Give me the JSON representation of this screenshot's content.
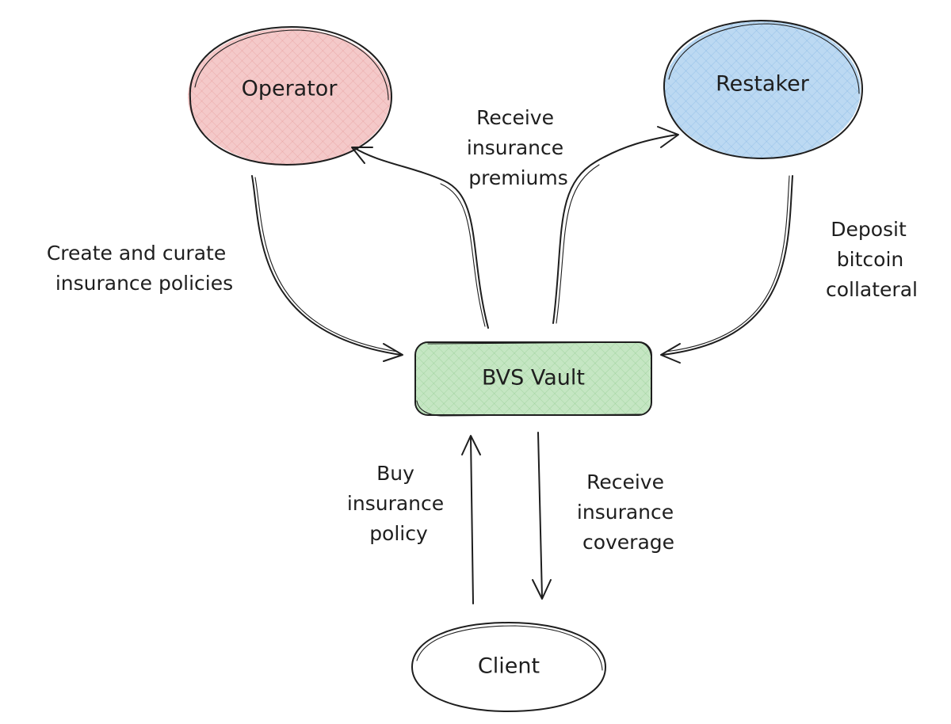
{
  "nodes": {
    "operator": {
      "label": "Operator",
      "fill": "#f4c9c9"
    },
    "restaker": {
      "label": "Restaker",
      "fill": "#bcd9f2"
    },
    "vault": {
      "label": "BVS Vault",
      "fill": "#c5e6c3"
    },
    "client": {
      "label": "Client",
      "fill": "#ffffff"
    }
  },
  "edges": {
    "premiums": {
      "lines": [
        "Receive",
        "insurance",
        "premiums"
      ]
    },
    "create_policies": {
      "lines": [
        "Create and curate",
        "insurance policies"
      ]
    },
    "deposit": {
      "lines": [
        "Deposit",
        "bitcoin",
        "collateral"
      ]
    },
    "buy_policy": {
      "lines": [
        "Buy",
        "insurance",
        "policy"
      ]
    },
    "coverage": {
      "lines": [
        "Receive",
        "insurance",
        "coverage"
      ]
    }
  },
  "colors": {
    "stroke": "#1e1e1e",
    "background": "#ffffff"
  }
}
